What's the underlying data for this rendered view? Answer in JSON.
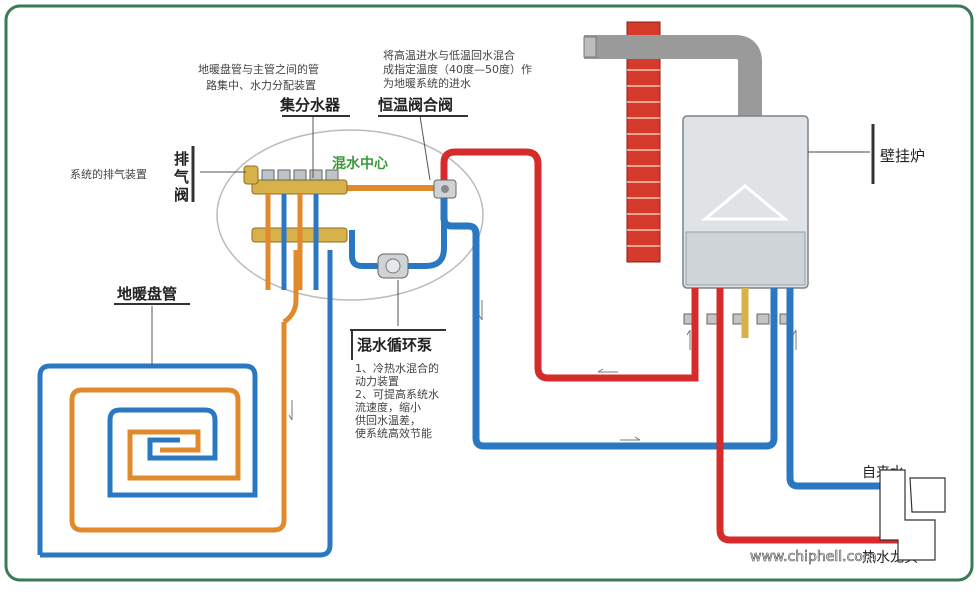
{
  "labels": {
    "manifold_note_line1": "地暖盘管与主管之间的管",
    "manifold_note_line2": "路集中、水力分配装置",
    "manifold": "集分水器",
    "valve_note_line1": "将高温进水与低温回水混合",
    "valve_note_line2": "成指定温度（40度—50度）作",
    "valve_note_line3": "为地暖系统的进水",
    "valve": "恒温阀合阀",
    "boiler": "壁挂炉",
    "vent_note": "系统的排气装置",
    "vent_char1": "排",
    "vent_char2": "气",
    "vent_char3": "阀",
    "mix_center": "混水中心",
    "coil": "地暖盘管",
    "pump": "混水循环泵",
    "pump_note_line1": "1、冷热水混合的",
    "pump_note_line2": "   动力装置",
    "pump_note_line3": "2、可提高系统水",
    "pump_note_line4": "   流速度，缩小",
    "pump_note_line5": "   供回水温差，",
    "pump_note_line6": "   使系统高效节能",
    "cold_water": "自来水",
    "hot_water": "热水龙头",
    "watermark": "www.chiphell.com"
  },
  "colors": {
    "frame": "#3a7a55",
    "hot_pipe": "#d62b2b",
    "cold_pipe": "#2a78c2",
    "coil_orange": "#e08a2c",
    "brass": "#d7b14a",
    "brick": "#d63a2a",
    "flue": "#9a9a9a",
    "boiler_body": "#dfe3e6"
  }
}
